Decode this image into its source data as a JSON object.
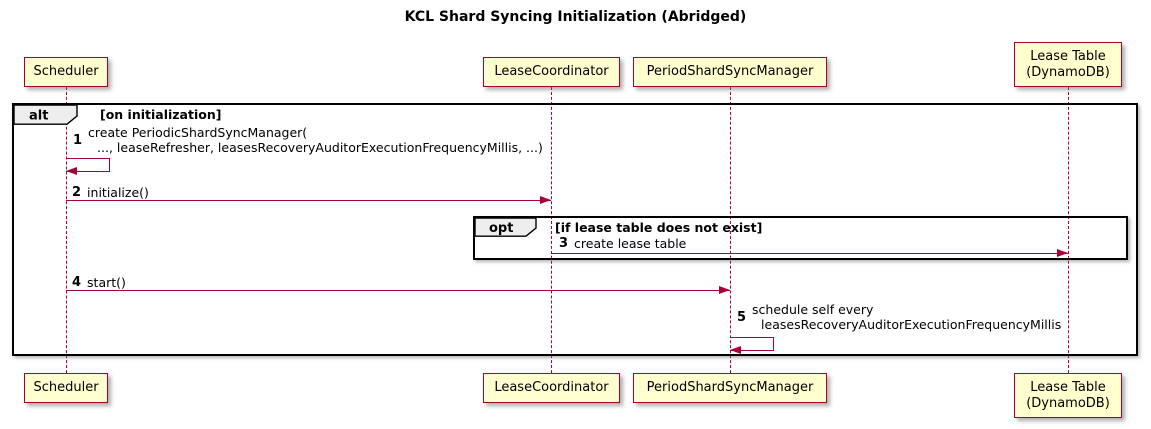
{
  "title": "KCL Shard Syncing Initialization (Abridged)",
  "colors": {
    "participant_fill": "#FEFECE",
    "participant_border": "#A80036",
    "arrow_line": "#A80036",
    "frame_border": "#000000",
    "operator_tab_fill": "#EEEEEE"
  },
  "participants": [
    {
      "id": "scheduler",
      "label": "Scheduler"
    },
    {
      "id": "lease-coordinator",
      "label": "LeaseCoordinator"
    },
    {
      "id": "period-shard-sync-manager",
      "label": "PeriodShardSyncManager"
    },
    {
      "id": "lease-table",
      "label": "Lease Table",
      "sublabel": "(DynamoDB)"
    }
  ],
  "frames": {
    "alt": {
      "operator": "alt",
      "condition": "[on initialization]"
    },
    "opt": {
      "operator": "opt",
      "condition": "[if lease table does not exist]"
    }
  },
  "messages": [
    {
      "num": "1",
      "line1": "create PeriodicShardSyncManager(",
      "line2": "..., leaseRefresher, leasesRecoveryAuditorExecutionFrequencyMillis, ...)"
    },
    {
      "num": "2",
      "text": "initialize()"
    },
    {
      "num": "3",
      "text": "create lease table"
    },
    {
      "num": "4",
      "text": "start()"
    },
    {
      "num": "5",
      "line1": "schedule self every",
      "line2": "leasesRecoveryAuditorExecutionFrequencyMillis"
    }
  ]
}
